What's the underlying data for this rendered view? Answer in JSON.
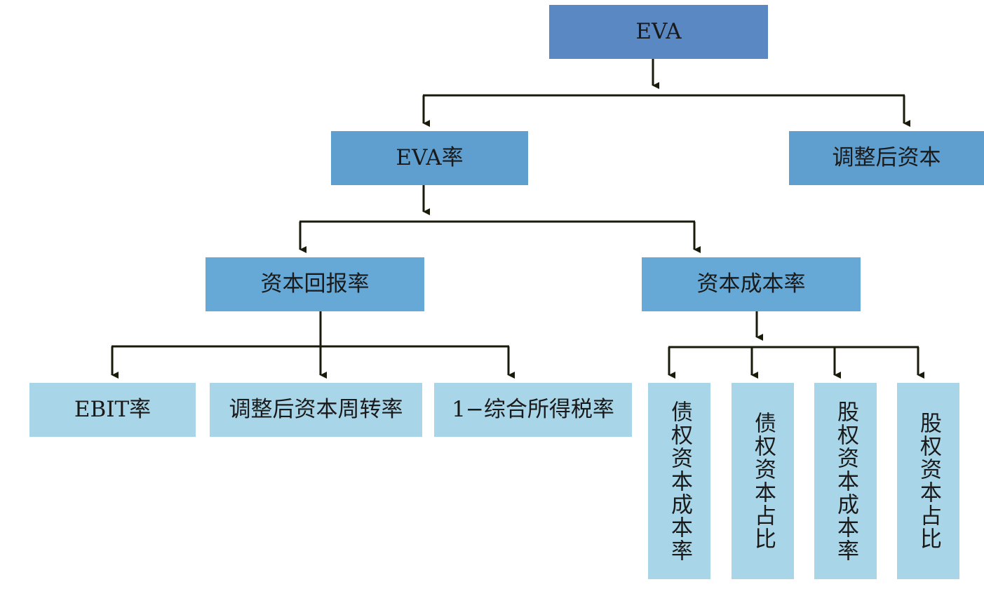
{
  "colors": {
    "level1": "#5a88c3",
    "level2": "#5e9fd0",
    "level3": "#67a9d6",
    "level4": "#a8d5e8",
    "connector": "#1a1a0a"
  },
  "nodes": {
    "eva": "EVA",
    "eva_rate": "EVA率",
    "adjusted_capital": "调整后资本",
    "return_on_capital": "资本回报率",
    "cost_of_capital": "资本成本率",
    "ebit_rate": "EBIT率",
    "adjusted_capital_turnover": "调整后资本周转率",
    "one_minus_tax_rate": "1−综合所得税率",
    "debt_capital_cost_rate": "债权资本成本率",
    "debt_capital_share": "债权资本占比",
    "equity_capital_cost_rate": "股权资本成本率",
    "equity_capital_share": "股权资本占比"
  }
}
